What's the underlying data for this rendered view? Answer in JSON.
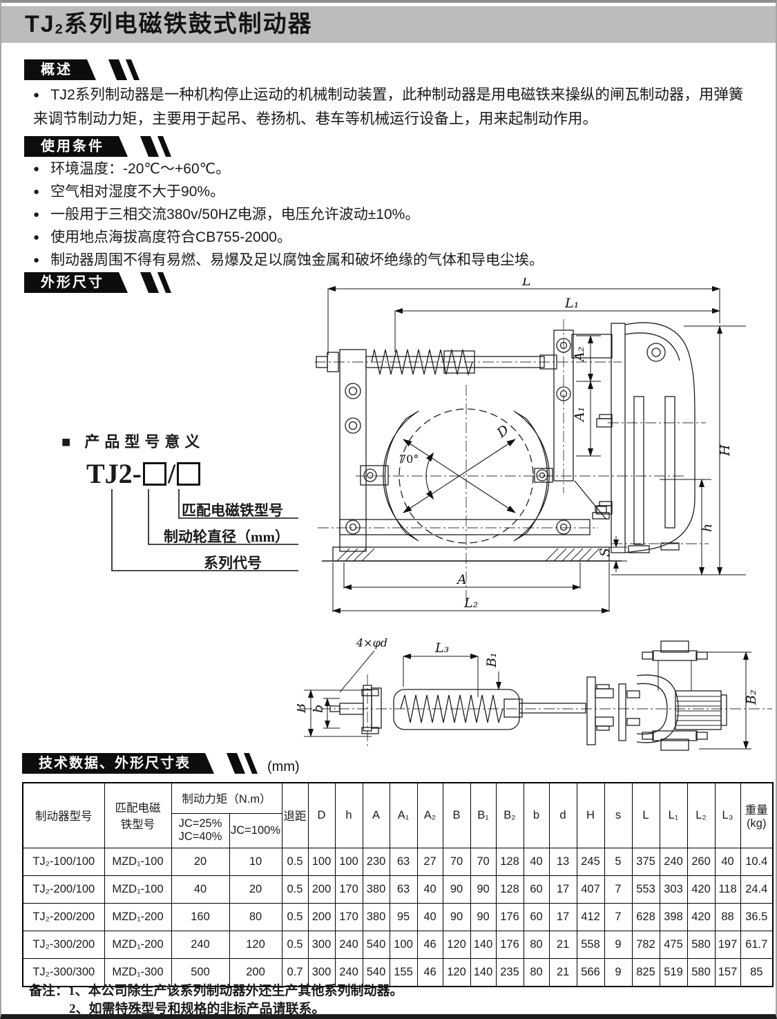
{
  "title": {
    "prefix": "TJ",
    "sub": "2",
    "rest": "系列电磁铁鼓式制动器"
  },
  "overview": {
    "badge": "概述",
    "bullet": "●",
    "text": "TJ2系列制动器是一种机构停止运动的机械制动装置，此种制动器是用电磁铁来操纵的闸瓦制动器，用弹簧来调节制动力矩，主要用于起吊、卷扬机、巷车等机械运行设备上，用来起制动作用。"
  },
  "conditions": {
    "badge": "使用条件",
    "bullet": "●",
    "items": [
      "环境温度：-20℃～+60℃。",
      "空气相对湿度不大于90%。",
      "一般用于三相交流380v/50HZ电源，电压允许波动±10%。",
      "使用地点海拔高度符合CB755-2000。",
      "制动器周围不得有易燃、易爆及足以腐蚀金属和破坏绝缘的气体和导电尘埃。"
    ]
  },
  "dimensions_section": {
    "badge": "外形尺寸"
  },
  "model_meaning": {
    "heading": "■ 产品型号意义",
    "code_prefix": "TJ2-",
    "code_slash": "/",
    "label_magnet": "匹配电磁铁型号",
    "label_wheel": "制动轮直径（mm）",
    "label_series": "系列代号"
  },
  "diagram_front": {
    "L": "L",
    "L1": "L₁",
    "A2": "A₂",
    "A1": "A₁",
    "D": "D",
    "angle": "70°",
    "H": "H",
    "h": "h",
    "S": "S",
    "A": "A",
    "L2": "L₂"
  },
  "diagram_top": {
    "holes": "4×φd",
    "L3": "L₃",
    "B1": "B₁",
    "B": "B",
    "b": "b",
    "B2": "B₂"
  },
  "table_section": {
    "badge": "技术数据、外形尺寸表",
    "unit": "(mm)"
  },
  "table": {
    "col_model": "制动器型号",
    "col_magnet": "匹配电磁\n铁型号",
    "col_torque_group": "制动力矩（N.m）",
    "col_jc_a": "JC=25%\nJC=40%",
    "col_jc_b": "JC=100%",
    "col_gap": "退距",
    "dim_cols": [
      "D",
      "h",
      "A",
      "A₁",
      "A₂",
      "B",
      "B₁",
      "B₂",
      "b",
      "d",
      "H",
      "s",
      "L",
      "L₁",
      "L₂",
      "L₃"
    ],
    "col_weight": "重量\n(kg)",
    "rows": [
      [
        "TJ₂-100/100",
        "MZD₁-100",
        "20",
        "10",
        "0.5",
        "100",
        "100",
        "230",
        "63",
        "27",
        "70",
        "70",
        "128",
        "40",
        "13",
        "245",
        "5",
        "375",
        "240",
        "260",
        "40",
        "10.4"
      ],
      [
        "TJ₂-200/100",
        "MZD₁-100",
        "40",
        "20",
        "0.5",
        "200",
        "170",
        "380",
        "63",
        "40",
        "90",
        "90",
        "128",
        "60",
        "17",
        "407",
        "7",
        "553",
        "303",
        "420",
        "118",
        "24.4"
      ],
      [
        "TJ₂-200/200",
        "MZD₁-200",
        "160",
        "80",
        "0.5",
        "200",
        "170",
        "380",
        "95",
        "40",
        "90",
        "90",
        "176",
        "60",
        "17",
        "412",
        "7",
        "628",
        "398",
        "420",
        "88",
        "36.5"
      ],
      [
        "TJ₂-300/200",
        "MZD₁-200",
        "240",
        "120",
        "0.5",
        "300",
        "240",
        "540",
        "100",
        "46",
        "120",
        "140",
        "176",
        "80",
        "21",
        "558",
        "9",
        "782",
        "475",
        "580",
        "197",
        "61.7"
      ],
      [
        "TJ₂-300/300",
        "MZD₁-300",
        "500",
        "200",
        "0.7",
        "300",
        "240",
        "540",
        "155",
        "46",
        "120",
        "140",
        "235",
        "80",
        "21",
        "566",
        "9",
        "825",
        "519",
        "580",
        "157",
        "85"
      ]
    ]
  },
  "notes": {
    "label": "备注：",
    "line1": "1、本公司除生产该系列制动器外还生产其他系列制动器。",
    "line2": "2、如需特殊型号和规格的非标产品请联系。"
  }
}
